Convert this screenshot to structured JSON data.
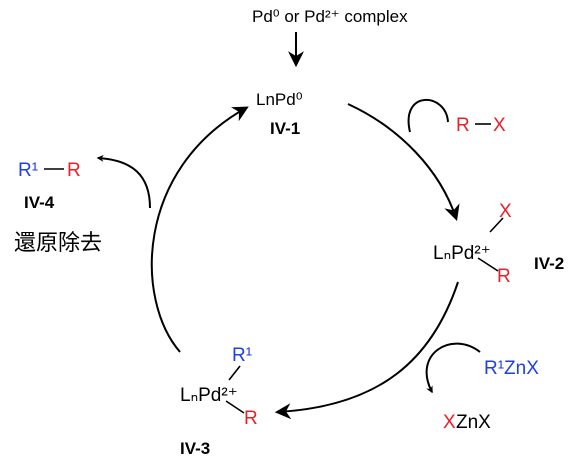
{
  "catalyst": {
    "precursor": "Pd⁰ or Pd²⁺ complex"
  },
  "species": {
    "iv1": {
      "formula": "LnPd⁰",
      "label": "IV-1"
    },
    "iv2": {
      "metal": "LₙPd²⁺",
      "ligand_top": "X",
      "ligand_bottom": "R",
      "label": "IV-2"
    },
    "iv3": {
      "metal": "LₙPd²⁺",
      "ligand_top": "R¹",
      "ligand_bottom": "R",
      "label": "IV-3"
    },
    "iv4": {
      "left": "R¹",
      "right": "R",
      "label": "IV-4"
    }
  },
  "reagents": {
    "oxidative_addition": {
      "r": "R",
      "x": "X"
    },
    "transmetalation_in": "R¹ZnX",
    "transmetalation_out_x": "X",
    "transmetalation_out_rest": "ZnX"
  },
  "steps": {
    "reductive_elimination": "還原除去"
  },
  "colors": {
    "substituent_red": "#e8202a",
    "substituent_blue": "#2040e0",
    "arrow": "#000000"
  }
}
